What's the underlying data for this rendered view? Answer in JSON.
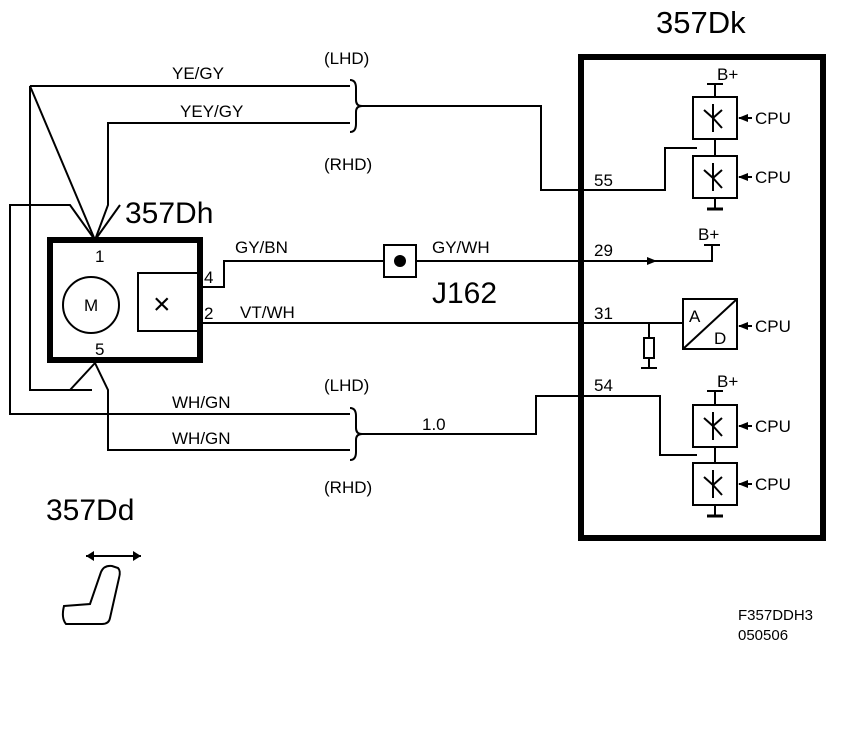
{
  "components": {
    "control_module": "357Dk",
    "motor_unit": "357Dh",
    "seat_ref": "357Dd",
    "connector": "J162"
  },
  "symbols": {
    "motor": "M",
    "sensor": "×",
    "ad_a": "A",
    "ad_d": "D"
  },
  "wires": {
    "ye_gy": "YE/GY",
    "yey_gy": "YEY/GY",
    "gy_bn": "GY/BN",
    "gy_wh": "GY/WH",
    "vt_wh": "VT/WH",
    "wh_gn_1": "WH/GN",
    "wh_gn_2": "WH/GN",
    "size": "1.0"
  },
  "pins": {
    "p1": "1",
    "p5": "5",
    "p4": "4",
    "p2": "2",
    "p55": "55",
    "p29": "29",
    "p31": "31",
    "p54": "54"
  },
  "variants": {
    "lhd_top": "(LHD)",
    "rhd_top": "(RHD)",
    "lhd_bottom": "(LHD)",
    "rhd_bottom": "(RHD)"
  },
  "supply": {
    "b1": "B+",
    "b2": "B+",
    "b3": "B+"
  },
  "cpu": {
    "c1": "CPU",
    "c2": "CPU",
    "c3": "CPU",
    "c4": "CPU",
    "c5": "CPU"
  },
  "figure": {
    "code": "F357DDH3",
    "date": "050506"
  }
}
